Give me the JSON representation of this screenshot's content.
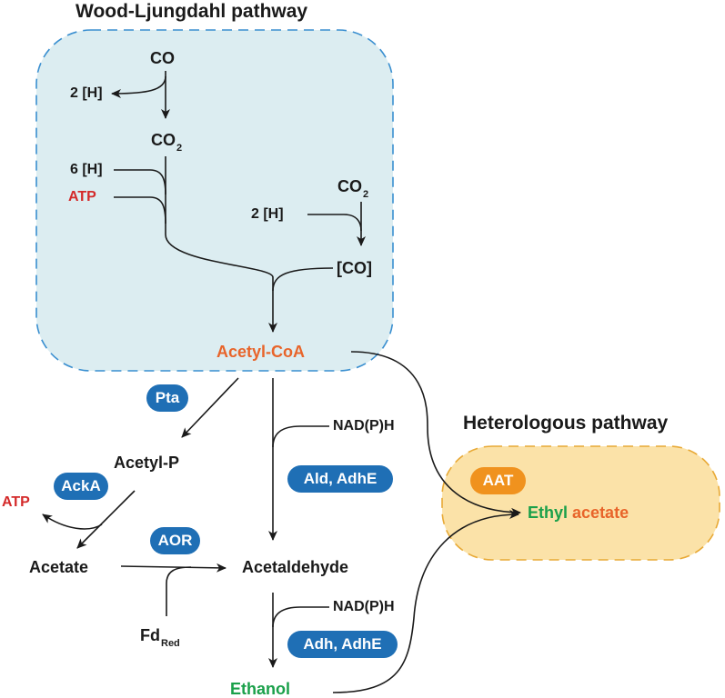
{
  "titles": {
    "wood_ljungdahl": "Wood-Ljungdahl pathway",
    "heterologous": "Heterologous pathway"
  },
  "molecules": {
    "co": "CO",
    "two_h_top": "2 [H]",
    "co2_top": "CO",
    "co2_top_sub": "2",
    "six_h": "6 [H]",
    "atp_wl": "ATP",
    "co2_right": "CO",
    "co2_right_sub": "2",
    "two_h_right": "2 [H]",
    "co_bracket": "[CO]",
    "acetyl_coa": "Acetyl-CoA",
    "acetyl_p": "Acetyl-P",
    "atp_left": "ATP",
    "acetate": "Acetate",
    "acetaldehyde": "Acetaldehyde",
    "ethanol": "Ethanol",
    "fd": "Fd",
    "fd_sub": "Red",
    "nadph_1": "NAD(P)H",
    "nadph_2": "NAD(P)H",
    "ethyl": "Ethyl",
    "acetate_ester": "acetate"
  },
  "enzymes": {
    "pta": "Pta",
    "acka": "AckA",
    "aor": "AOR",
    "ald_adhe": "Ald, AdhE",
    "adh_adhe": "Adh, AdhE",
    "aat": "AAT"
  },
  "colors": {
    "wl_fill": "#dcedf1",
    "wl_border": "#3a8fd0",
    "het_fill": "#fbe2a8",
    "het_border": "#e8a935",
    "enzyme_blue": "#1f6fb5",
    "enzyme_gold": "#f0921e",
    "atp_red": "#d42a2a",
    "acetyl_orange": "#e8642a",
    "ethanol_green": "#1aa04a"
  }
}
